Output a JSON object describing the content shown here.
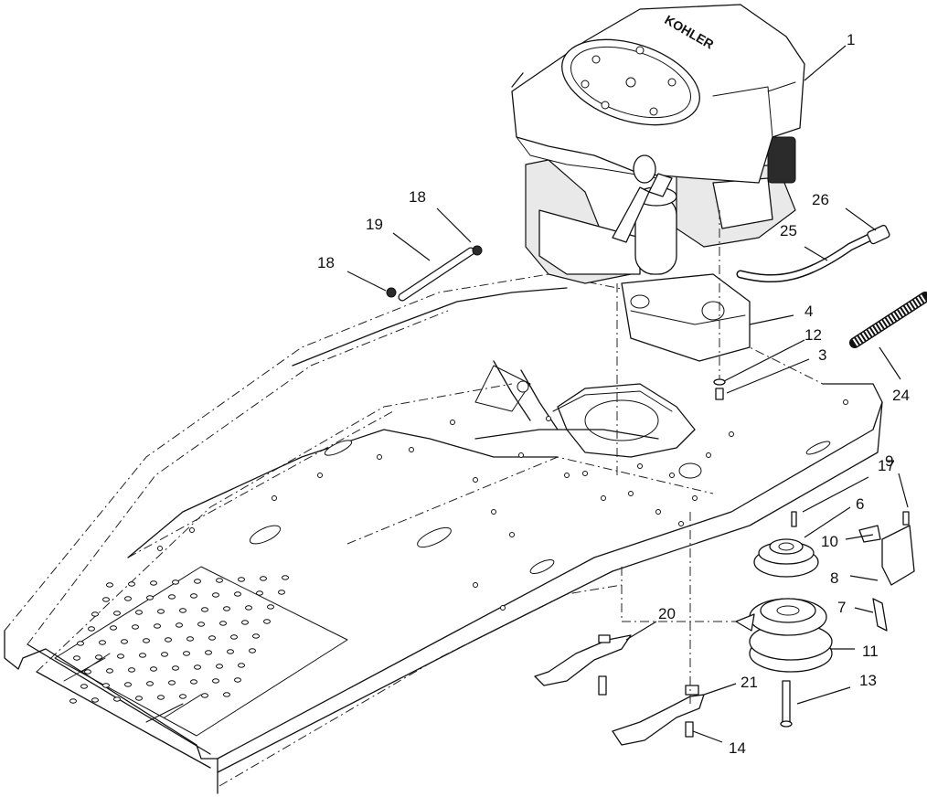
{
  "callouts": [
    "1",
    "3",
    "4",
    "6",
    "7",
    "8",
    "9",
    "10",
    "11",
    "12",
    "13",
    "14",
    "17",
    "18",
    "18",
    "19",
    "20",
    "21",
    "24",
    "25",
    "26"
  ],
  "logo_text": "KOHLER"
}
